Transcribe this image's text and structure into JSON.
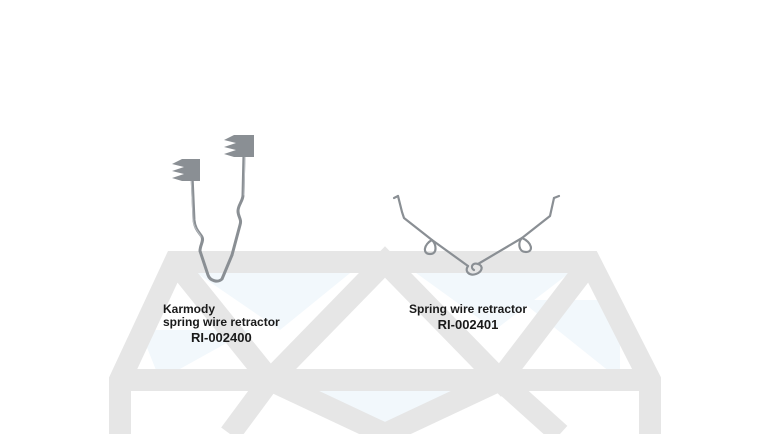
{
  "products": [
    {
      "name_line1": "Karmody",
      "name_line2": "spring wire retractor",
      "code": "RI-002400",
      "icon": "karmody-retractor-icon"
    },
    {
      "name_line1": "Spring wire retractor",
      "code": "RI-002401",
      "icon": "spring-wire-retractor-icon"
    }
  ],
  "colors": {
    "watermark": "#e6e6e6",
    "watermark_fill": "#f2f8fc",
    "wire": "#8a8f94",
    "text": "#1a1a1a"
  }
}
